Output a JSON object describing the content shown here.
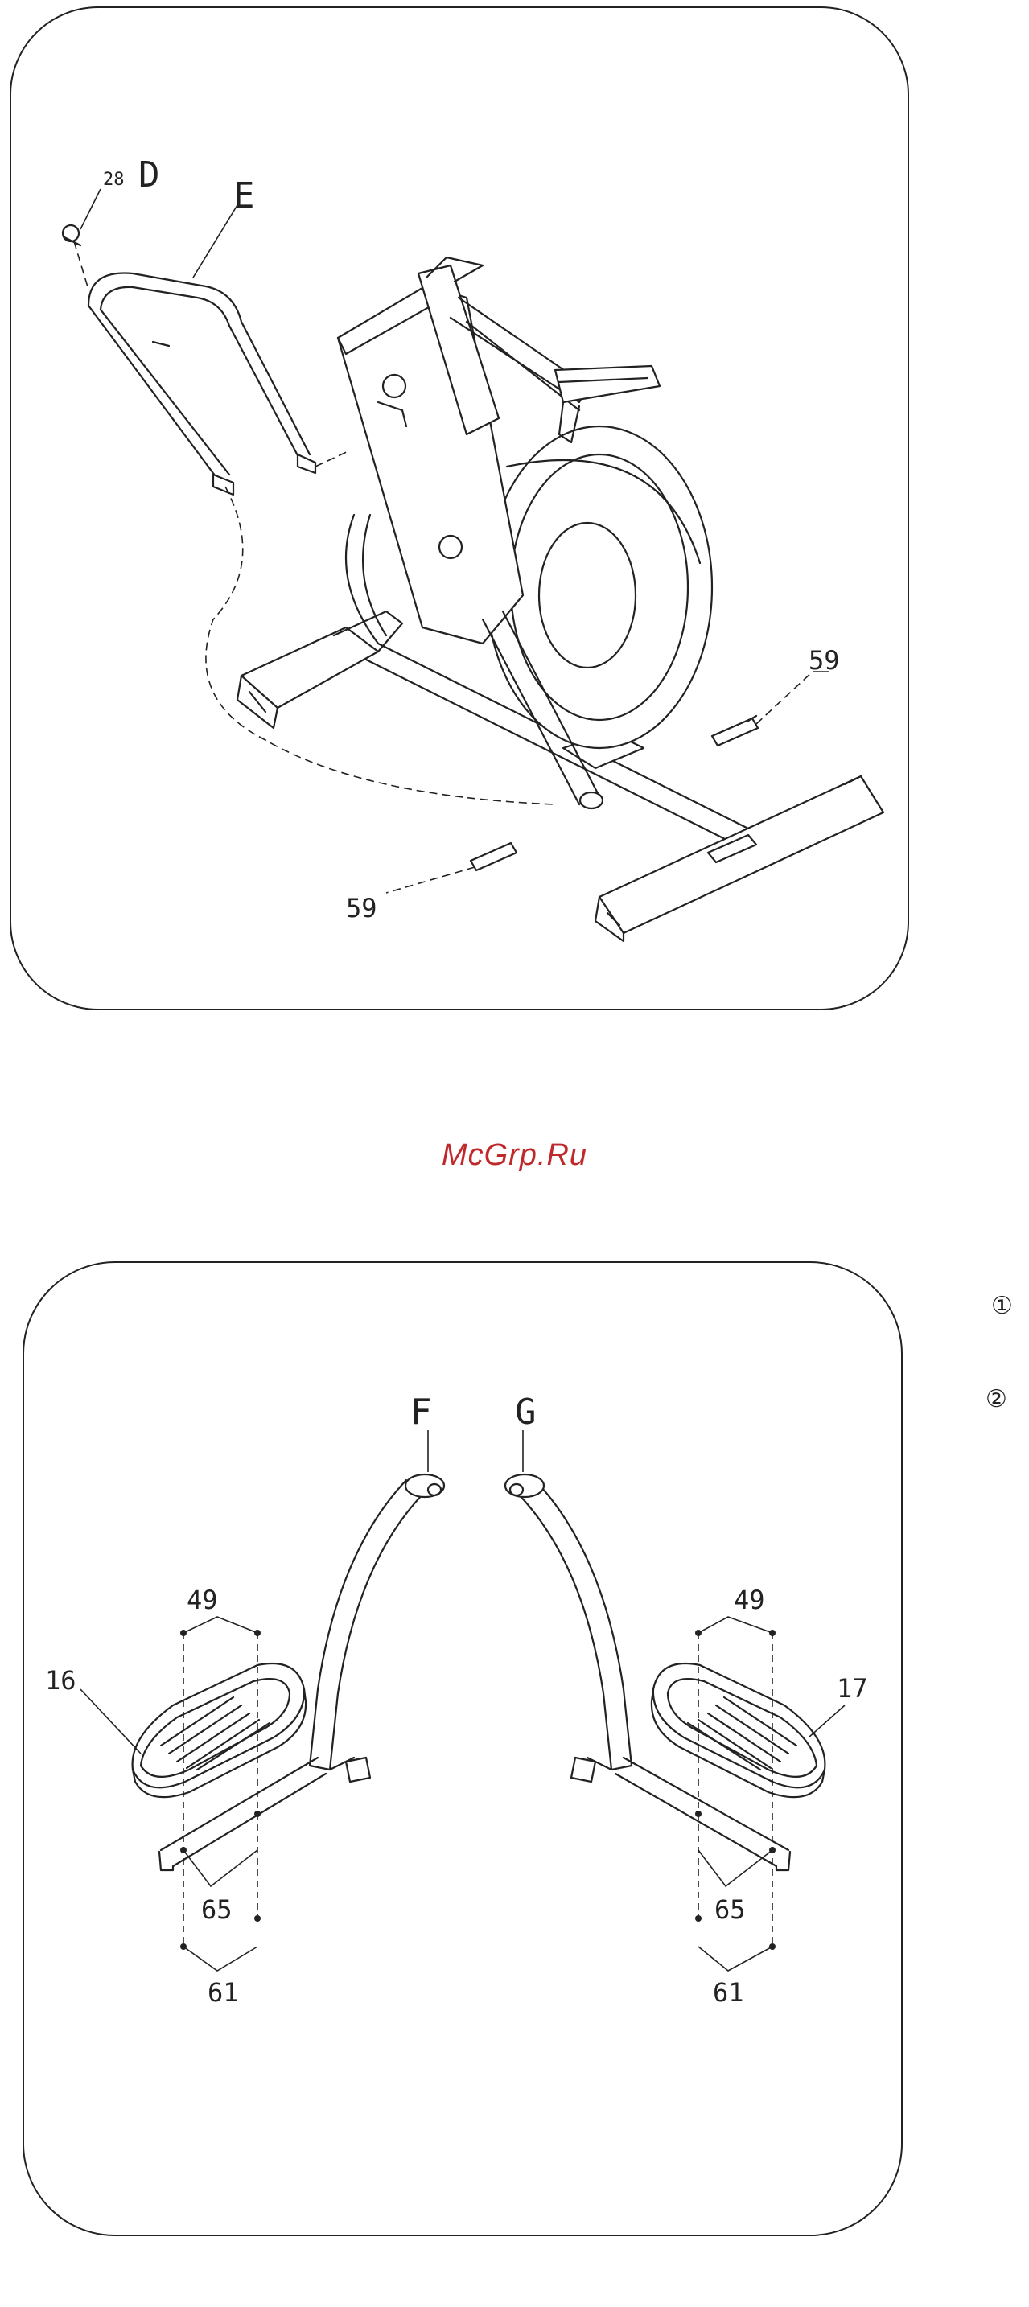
{
  "watermark": "McGrp.Ru",
  "step_markers": {
    "first": "①",
    "second": "②"
  },
  "top_diagram": {
    "labels": {
      "d_num": "28",
      "d": "D",
      "e": "E",
      "bolt_right": "59",
      "bolt_left": "59"
    }
  },
  "bottom_diagram": {
    "labels": {
      "f": "F",
      "g": "G",
      "left_pedal": "16",
      "right_pedal": "17",
      "left_49": "49",
      "right_49": "49",
      "left_65": "65",
      "right_65": "65",
      "left_61": "61",
      "right_61": "61"
    }
  }
}
